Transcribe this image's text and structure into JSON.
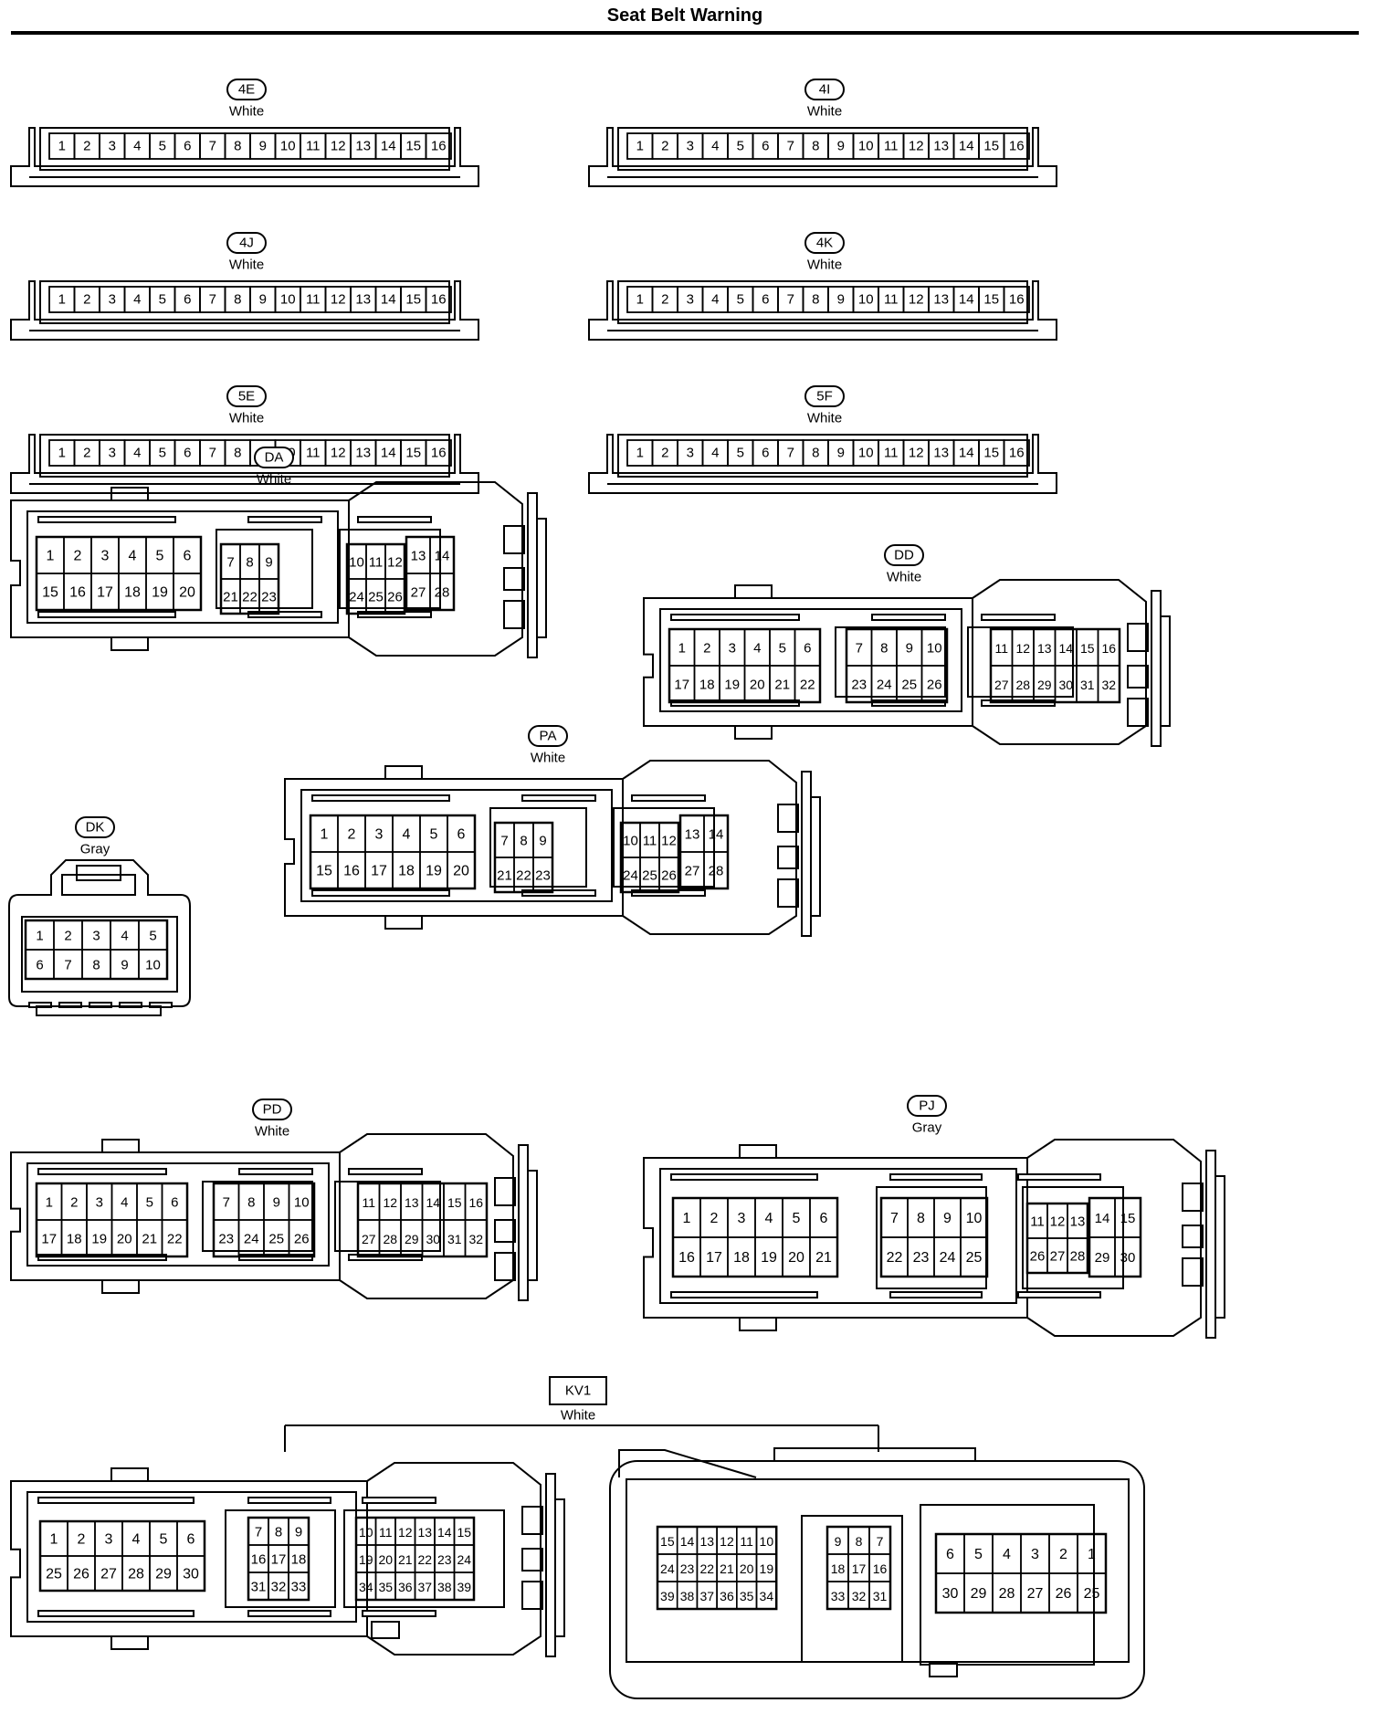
{
  "title": "Seat Belt Warning",
  "connectors": [
    {
      "id": "4E",
      "color": "White",
      "type": "strip16"
    },
    {
      "id": "4I",
      "color": "White",
      "type": "strip16"
    },
    {
      "id": "4J",
      "color": "White",
      "type": "strip16"
    },
    {
      "id": "4K",
      "color": "White",
      "type": "strip16"
    },
    {
      "id": "5E",
      "color": "White",
      "type": "strip16"
    },
    {
      "id": "5F",
      "color": "White",
      "type": "strip16"
    },
    {
      "id": "DA",
      "color": "White",
      "type": "block28",
      "groups": [
        [
          [
            "1",
            "2",
            "3",
            "4",
            "5",
            "6"
          ],
          [
            "15",
            "16",
            "17",
            "18",
            "19",
            "20"
          ]
        ],
        [
          [
            "7",
            "8",
            "9"
          ],
          [
            "21",
            "22",
            "23"
          ]
        ],
        [
          [
            "10",
            "11",
            "12"
          ],
          [
            "24",
            "25",
            "26"
          ]
        ],
        [
          [
            "13",
            "14"
          ],
          [
            "27",
            "28"
          ]
        ]
      ]
    },
    {
      "id": "DD",
      "color": "White",
      "type": "block32",
      "groups": [
        [
          [
            "1",
            "2",
            "3",
            "4",
            "5",
            "6"
          ],
          [
            "17",
            "18",
            "19",
            "20",
            "21",
            "22"
          ]
        ],
        [
          [
            "7",
            "8",
            "9",
            "10"
          ],
          [
            "23",
            "24",
            "25",
            "26"
          ]
        ],
        [
          [
            "11",
            "12",
            "13",
            "14",
            "15",
            "16"
          ],
          [
            "27",
            "28",
            "29",
            "30",
            "31",
            "32"
          ]
        ]
      ]
    },
    {
      "id": "DK",
      "color": "Gray",
      "type": "small10",
      "groups": [
        [
          [
            "1",
            "2",
            "3",
            "4",
            "5"
          ],
          [
            "6",
            "7",
            "8",
            "9",
            "10"
          ]
        ]
      ]
    },
    {
      "id": "PA",
      "color": "White",
      "type": "block28",
      "groups": [
        [
          [
            "1",
            "2",
            "3",
            "4",
            "5",
            "6"
          ],
          [
            "15",
            "16",
            "17",
            "18",
            "19",
            "20"
          ]
        ],
        [
          [
            "7",
            "8",
            "9"
          ],
          [
            "21",
            "22",
            "23"
          ]
        ],
        [
          [
            "10",
            "11",
            "12"
          ],
          [
            "24",
            "25",
            "26"
          ]
        ],
        [
          [
            "13",
            "14"
          ],
          [
            "27",
            "28"
          ]
        ]
      ]
    },
    {
      "id": "PD",
      "color": "White",
      "type": "block32",
      "groups": [
        [
          [
            "1",
            "2",
            "3",
            "4",
            "5",
            "6"
          ],
          [
            "17",
            "18",
            "19",
            "20",
            "21",
            "22"
          ]
        ],
        [
          [
            "7",
            "8",
            "9",
            "10"
          ],
          [
            "23",
            "24",
            "25",
            "26"
          ]
        ],
        [
          [
            "11",
            "12",
            "13",
            "14",
            "15",
            "16"
          ],
          [
            "27",
            "28",
            "29",
            "30",
            "31",
            "32"
          ]
        ]
      ]
    },
    {
      "id": "PJ",
      "color": "Gray",
      "type": "block30",
      "groups": [
        [
          [
            "1",
            "2",
            "3",
            "4",
            "5",
            "6"
          ],
          [
            "16",
            "17",
            "18",
            "19",
            "20",
            "21"
          ]
        ],
        [
          [
            "7",
            "8",
            "9",
            "10"
          ],
          [
            "22",
            "23",
            "24",
            "25"
          ]
        ],
        [
          [
            "11",
            "12",
            "13"
          ],
          [
            "26",
            "27",
            "28"
          ]
        ],
        [
          [
            "14",
            "15"
          ],
          [
            "29",
            "30"
          ]
        ]
      ]
    },
    {
      "id": "KV1",
      "color": "White",
      "type": "pair39",
      "left_groups": [
        [
          [
            "1",
            "2",
            "3",
            "4",
            "5",
            "6"
          ],
          [
            "25",
            "26",
            "27",
            "28",
            "29",
            "30"
          ]
        ],
        [
          [
            "7",
            "8",
            "9"
          ],
          [
            "16",
            "17",
            "18"
          ],
          [
            "31",
            "32",
            "33"
          ]
        ],
        [
          [
            "10",
            "11",
            "12",
            "13",
            "14",
            "15"
          ],
          [
            "19",
            "20",
            "21",
            "22",
            "23",
            "24"
          ],
          [
            "34",
            "35",
            "36",
            "37",
            "38",
            "39"
          ]
        ]
      ],
      "right_groups": [
        [
          [
            "15",
            "14",
            "13",
            "12",
            "11",
            "10"
          ],
          [
            "24",
            "23",
            "22",
            "21",
            "20",
            "19"
          ],
          [
            "39",
            "38",
            "37",
            "36",
            "35",
            "34"
          ]
        ],
        [
          [
            "9",
            "8",
            "7"
          ],
          [
            "18",
            "17",
            "16"
          ],
          [
            "33",
            "32",
            "31"
          ]
        ],
        [
          [
            "6",
            "5",
            "4",
            "3",
            "2",
            "1"
          ],
          [
            "30",
            "29",
            "28",
            "27",
            "26",
            "25"
          ]
        ]
      ]
    }
  ]
}
